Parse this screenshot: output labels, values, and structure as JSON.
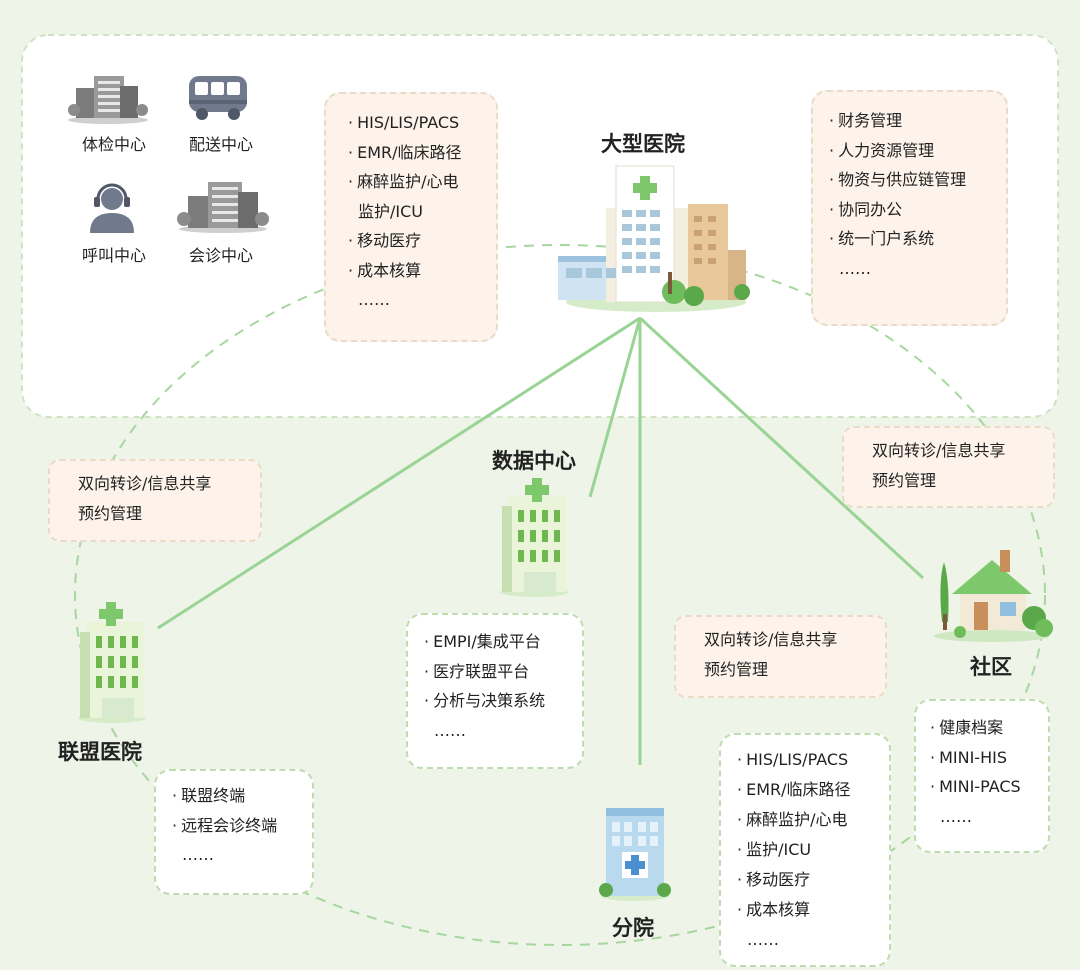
{
  "top_panel": {
    "centers": [
      {
        "label": "体检中心",
        "icon": "building-icon"
      },
      {
        "label": "配送中心",
        "icon": "bus-icon"
      },
      {
        "label": "呼叫中心",
        "icon": "call-center-icon"
      },
      {
        "label": "会诊中心",
        "icon": "building-icon"
      }
    ],
    "hospital_label": "大型医院",
    "left_systems": [
      "HIS/LIS/PACS",
      "EMR/临床路径",
      "麻醉监护/心电",
      "监护/ICU",
      "移动医疗",
      "成本核算",
      "……"
    ],
    "right_systems": [
      "财务管理",
      "人力资源管理",
      "物资与供应链管理",
      "协同办公",
      "统一门户系统",
      "……"
    ]
  },
  "referral": {
    "line1": "双向转诊/信息共享",
    "line2": "预约管理"
  },
  "data_center": {
    "label": "数据中心",
    "systems": [
      "EMPI/集成平台",
      "医疗联盟平台",
      "分析与决策系统",
      "……"
    ]
  },
  "alliance_hospital": {
    "label": "联盟医院",
    "systems": [
      "联盟终端",
      "远程会诊终端",
      "……"
    ]
  },
  "branch_hospital": {
    "label": "分院",
    "systems": [
      "HIS/LIS/PACS",
      "EMR/临床路径",
      "麻醉监护/心电",
      "监护/ICU",
      "移动医疗",
      "成本核算",
      "……"
    ]
  },
  "community": {
    "label": "社区",
    "systems": [
      "健康档案",
      "MINI-HIS",
      "MINI-PACS",
      "……"
    ]
  },
  "colors": {
    "background": "#eef4e7",
    "dashed_line": "#a8d6a0",
    "connector": "#9ad495",
    "building_green": "#8cc870",
    "cream_box": "#fdf3ea"
  }
}
